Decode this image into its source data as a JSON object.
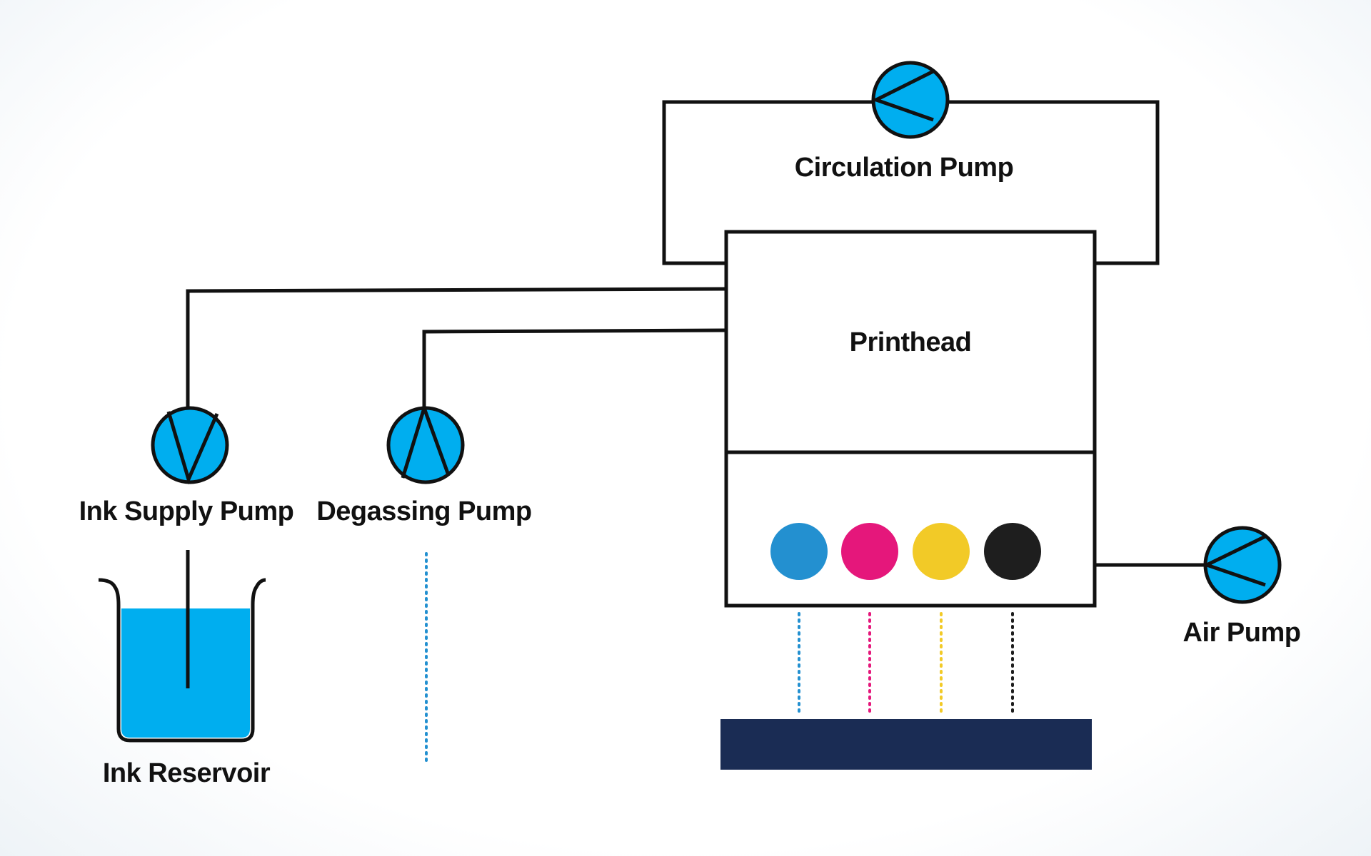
{
  "labels": {
    "circulation_pump": "Circulation Pump",
    "printhead": "Printhead",
    "ink_supply_pump": "Ink Supply Pump",
    "degassing_pump": "Degassing Pump",
    "air_pump": "Air Pump",
    "ink_reservoir": "Ink Reservoir"
  },
  "colors": {
    "pump_fill": "#00AEEF",
    "ink_fill": "#00AEEF",
    "line": "#111111",
    "cyan": "#2390D0",
    "magenta": "#E5177B",
    "yellow": "#F2CA27",
    "black": "#1E1E1E",
    "substrate": "#1A2C54"
  },
  "ink_channels": [
    "cyan",
    "magenta",
    "yellow",
    "black"
  ],
  "icons": {
    "pump": "pump-icon",
    "reservoir": "beaker-icon"
  }
}
